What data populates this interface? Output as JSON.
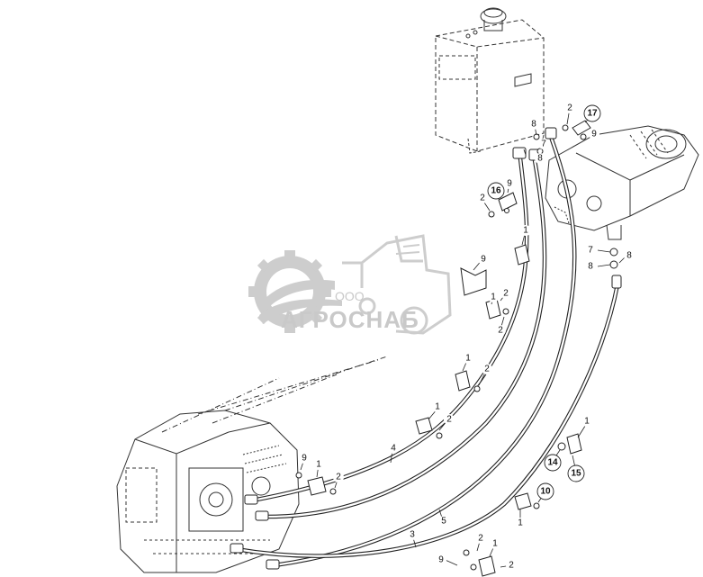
{
  "watermark": {
    "company_type": "ООО",
    "company_name": "АГРОСНАБ"
  },
  "callouts": [
    {
      "id": "c-17a",
      "label": "17"
    },
    {
      "id": "c-2a",
      "label": "2"
    },
    {
      "id": "c-8a",
      "label": "8"
    },
    {
      "id": "c-9a",
      "label": "9"
    },
    {
      "id": "c-7a",
      "label": "7"
    },
    {
      "id": "c-8b",
      "label": "8"
    },
    {
      "id": "c-16",
      "label": "16"
    },
    {
      "id": "c-9b",
      "label": "9"
    },
    {
      "id": "c-2b",
      "label": "2"
    },
    {
      "id": "c-1a",
      "label": "1"
    },
    {
      "id": "c-7b",
      "label": "7"
    },
    {
      "id": "c-8c",
      "label": "8"
    },
    {
      "id": "c-8d",
      "label": "8"
    },
    {
      "id": "c-9c",
      "label": "9"
    },
    {
      "id": "c-2c",
      "label": "2"
    },
    {
      "id": "c-1b",
      "label": "1"
    },
    {
      "id": "c-2d",
      "label": "2"
    },
    {
      "id": "c-1c",
      "label": "1"
    },
    {
      "id": "c-2e",
      "label": "2"
    },
    {
      "id": "c-1d",
      "label": "1"
    },
    {
      "id": "c-2f",
      "label": "2"
    },
    {
      "id": "c-4",
      "label": "4"
    },
    {
      "id": "c-1e",
      "label": "1"
    },
    {
      "id": "c-14",
      "label": "14"
    },
    {
      "id": "c-15",
      "label": "15"
    },
    {
      "id": "c-9d",
      "label": "9"
    },
    {
      "id": "c-1f",
      "label": "1"
    },
    {
      "id": "c-2g",
      "label": "2"
    },
    {
      "id": "c-5",
      "label": "5"
    },
    {
      "id": "c-10",
      "label": "10"
    },
    {
      "id": "c-1g",
      "label": "1"
    },
    {
      "id": "c-3",
      "label": "3"
    },
    {
      "id": "c-2h",
      "label": "2"
    },
    {
      "id": "c-9e",
      "label": "9"
    },
    {
      "id": "c-1h",
      "label": "1"
    },
    {
      "id": "c-2i",
      "label": "2"
    }
  ]
}
